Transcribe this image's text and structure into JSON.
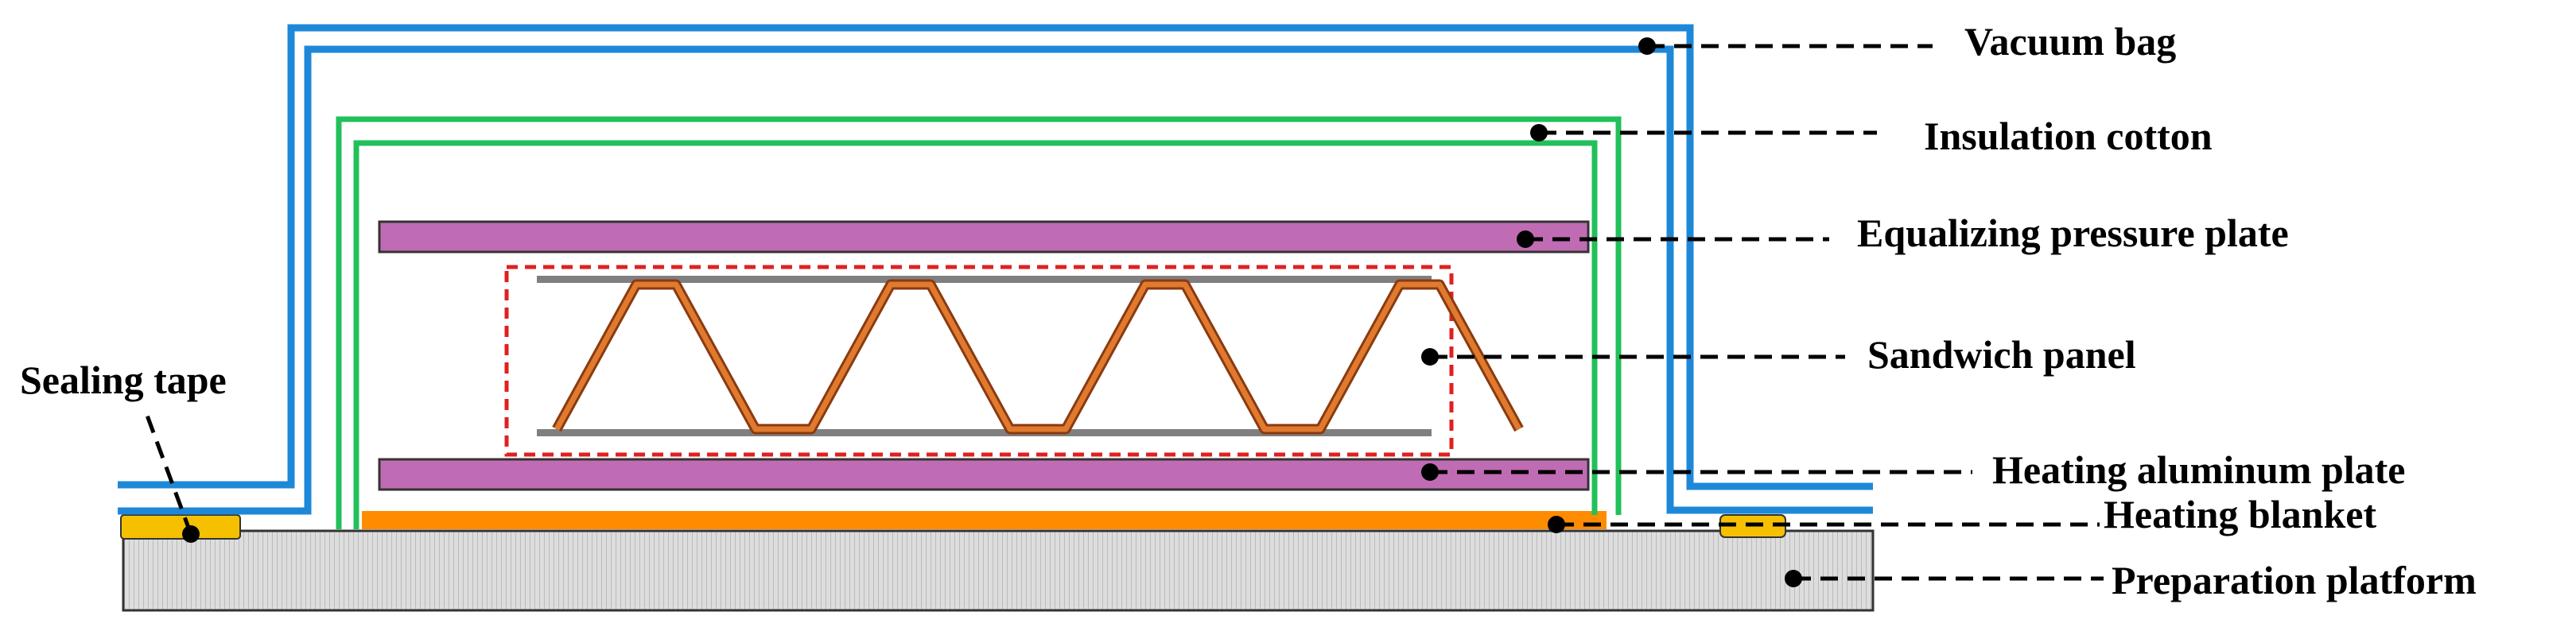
{
  "labels": {
    "vacuum_bag": "Vacuum bag",
    "insulation_cotton": "Insulation cotton",
    "equalizing_pressure_plate": "Equalizing pressure plate",
    "sandwich_panel": "Sandwich panel",
    "heating_aluminum_plate": "Heating aluminum plate",
    "heating_blanket": "Heating blanket",
    "preparation_platform": "Preparation platform",
    "sealing_tape": "Sealing tape"
  },
  "colors": {
    "vacuum_bag": "#1E88D8",
    "insulation_cotton": "#22C05A",
    "plates": "#C06CB4",
    "heating_blanket": "#FF8C00",
    "sealing_tape": "#F5C000",
    "core": "#E07A2E",
    "sandwich_outline": "#E02020",
    "platform": "#DDDDDD",
    "leader": "#000000"
  },
  "icons": {
    "marker": "filled-dot"
  }
}
